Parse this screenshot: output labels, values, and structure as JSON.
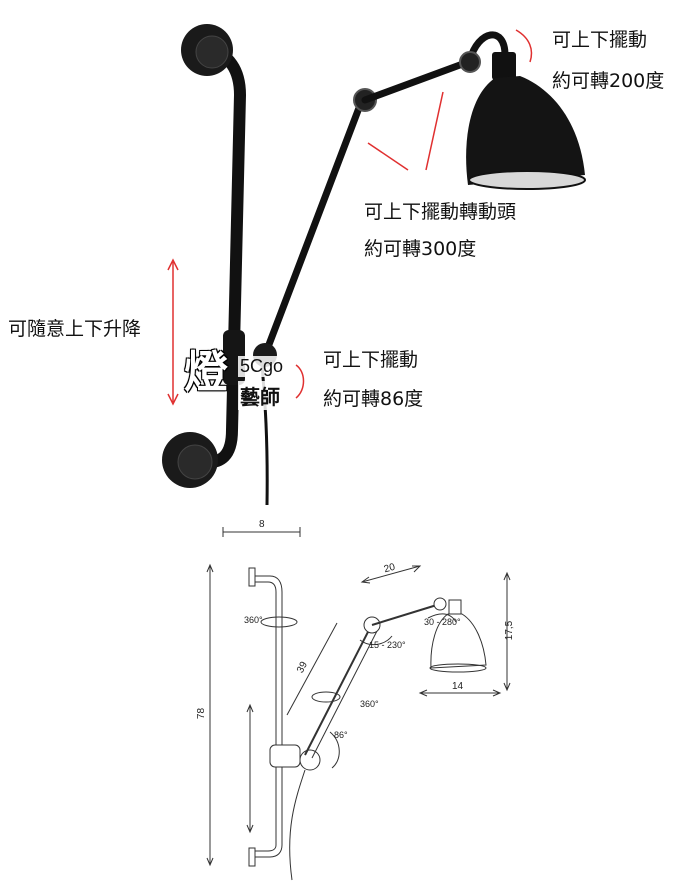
{
  "annotations": {
    "top_right_line1": "可上下擺動",
    "top_right_line2": "約可轉200度",
    "middle_line1": "可上下擺動轉動頭",
    "middle_line2": "約可轉300度",
    "left_label": "可隨意上下升降",
    "lower_line1": "可上下擺動",
    "lower_line2": "約可轉86度"
  },
  "watermark": {
    "big_char": "燈",
    "top": "5Cgo",
    "bottom": "藝師"
  },
  "drawing": {
    "dim_base": "8",
    "dim_height": "78",
    "dim_arm": "39",
    "dim_upper_arm": "20",
    "dim_head_reach": "14",
    "dim_head_height": "17,5",
    "angle_360_top": "360°",
    "angle_head": "30 - 280°",
    "angle_elbow": "15 - 230°",
    "angle_360_mid": "360°",
    "angle_86": "86°"
  },
  "colors": {
    "lamp": "#111111",
    "accent_line": "#e03030"
  }
}
